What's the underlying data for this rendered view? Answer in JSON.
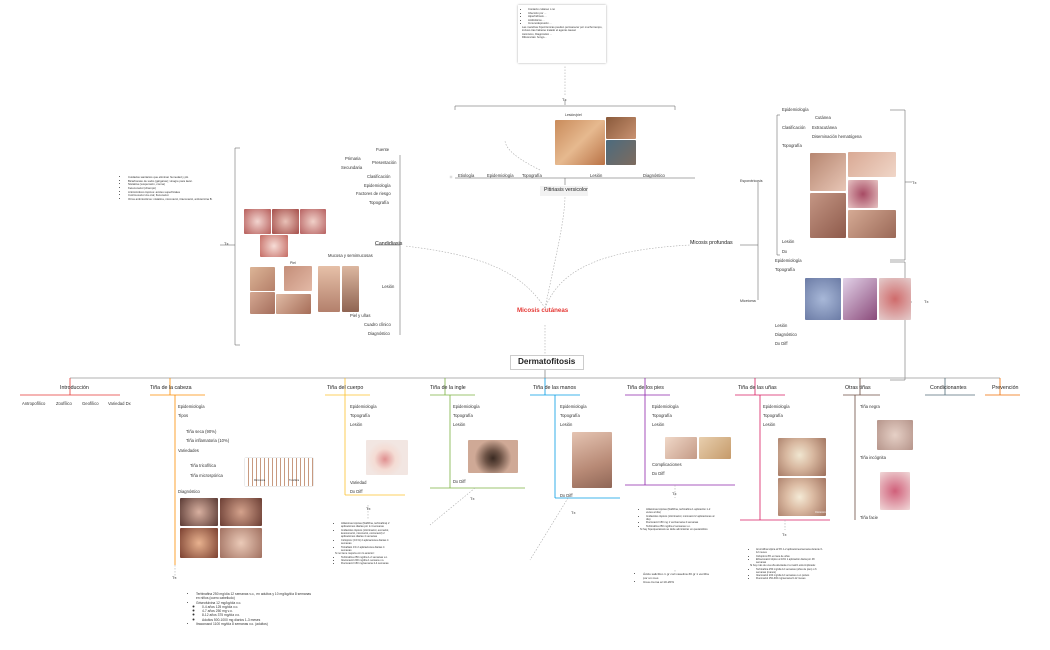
{
  "central": {
    "label": "Micosis cutáneas",
    "color": "#e53935"
  },
  "dermato": {
    "label": "Dermatofitosis"
  },
  "tx_label": "Tx",
  "top_note": {
    "lines": [
      "Contacto cutáneo o no ",
      "Infección por ...",
      "Hiperhidrosis ...",
      "Antibióticos ...",
      "Inmunodepresión ..."
    ],
    "extra": [
      "Las manchas hipocrómicas pueden permanecer por mucho tiempo, incluso tras haberse tratado el agente causal.",
      "Asimismo, Diagnóstico ...",
      "Diferencias: hongo..."
    ]
  },
  "pitiriasis": {
    "title": "Pitiriasis versicolor",
    "branches": [
      "Etiología",
      "Epidemiología",
      "Topografía",
      "Lesión",
      "Diagnóstico"
    ],
    "image_label": "Lesión/piel"
  },
  "candidiasis": {
    "title": "Candidiasis",
    "branches": [
      "Fuente",
      "Presentación",
      "Clasificación",
      "Epidemiología",
      "Factores de riesgo",
      "Topografía",
      "Mucosa y semimucosas",
      "Lesión",
      "Piel y uñas",
      "Cuadro clínico",
      "Diagnóstico"
    ],
    "sub": [
      "Primaria",
      "Secundaria"
    ],
    "piel_label": "Piel",
    "tx_note": [
      "Cuidados sanitarios que eliminan humedad y pH.",
      "Bicarbonato de sodio (gárgaras); vinagre para lavar.",
      "Nistatina (suspensión, crema)",
      "Ketoconazol (champú)",
      "Antimicóticos tópicos: azoles superficiales",
      "Cotrimoxazol vía oral; fluconazol.",
      "Otros antimicóticos: nistatina, miconazol, itraconazol, anfotericina B."
    ]
  },
  "profundas": {
    "title": "Micosis profundas",
    "esporo": {
      "label": "Esporotricosis",
      "branches": [
        "Epidemiología",
        "Clasificación",
        "Topografía",
        "Lesión",
        "Dx"
      ],
      "clasif": [
        "Cutánea",
        "Extracutánea",
        "Diseminación hematógena"
      ]
    },
    "micetoma": {
      "label": "Micetoma",
      "branches": [
        "Epidemiología",
        "Topografía",
        "Lesión",
        "Diagnóstico",
        "Dx Diff"
      ]
    }
  },
  "dermatofitosis": {
    "branches": [
      {
        "title": "Introducción",
        "color": "#e53935",
        "items": [
          "Antropofílico",
          "Zoofílico",
          "Geofílico",
          "Variedad Dx"
        ]
      },
      {
        "title": "Tiña de la cabeza",
        "color": "#fb8c00",
        "items": [
          "Epidemiología",
          "Tipos",
          "Tiña seca (90%)",
          "Tiña inflamatoria (10%)",
          "Variedades",
          "Tiña tricofítica",
          "Tiña microspórica",
          "Diagnóstico"
        ]
      },
      {
        "title": "Tiña del cuerpo",
        "color": "#fbc02d",
        "items": [
          "Epidemiología",
          "Topografía",
          "Lesión",
          "Variedad",
          "Dx Diff"
        ]
      },
      {
        "title": "Tiña de la ingle",
        "color": "#7cb342",
        "items": [
          "Epidemiología",
          "Topografía",
          "Lesión",
          "Dx Diff"
        ]
      },
      {
        "title": "Tiña de las manos",
        "color": "#039be5",
        "items": [
          "Epidemiología",
          "Topografía",
          "Lesión",
          "Dx Diff"
        ]
      },
      {
        "title": "Tiña de los pies",
        "color": "#8e24aa",
        "items": [
          "Epidemiología",
          "Topografía",
          "Lesión",
          "Complicaciones",
          "Dx Diff"
        ]
      },
      {
        "title": "Tiña de las uñas",
        "color": "#d81b60",
        "items": [
          "Epidemiología",
          "Topografía",
          "Lesión"
        ]
      },
      {
        "title": "Otras tiñas",
        "color": "#6d4c41",
        "items": [
          "Tiña negra",
          "Tiña incógnita",
          "Tiña facie"
        ]
      },
      {
        "title": "Condicionantes",
        "color": "#546e7a",
        "items": []
      },
      {
        "title": "Prevención",
        "color": "#ef6c00",
        "items": []
      }
    ],
    "nail_img_label": "Onicomicosis",
    "micro_labels": [
      "Microsoria",
      "Tricofitica"
    ]
  },
  "tx_notes": {
    "cabeza": [
      "Terbinafina 250 mg/día 12 semanas v.o., en adultos y 10 mg/kg/día 8 semanas en niños (cuero cabelludo)",
      "Griseofulvina 12 mg/kg/día v.o.",
      "0-4 años 125 mg/día v.o.",
      "4-7 años 250 mg v.o.",
      "8-12 años 375 mg/día v.o.",
      "Adultos 500-1000 mg diarios 1-3 meses",
      "Itraconazol 1100 mg/día 8 semanas v.o. (adultos)"
    ],
    "cuerpo": [
      "Alilaminas tópicas (Naftifina, terbinafina) 2 aplicaciones diarias por 2-4 semanas",
      "Imidazoles tópicos (clotrimazol, econazol, ketoconazol, miconazol, oxiconazol) 2 aplicaciones diarias 4 semanas",
      "Ciclopirox (0.1%) 2 aplicaciones diarias 4 semanas",
      "Tolnaftato 1% 2 aplicaciones diarias 4 semanas",
      "Si no tiene mejoría con lo anterior:",
      "Terbinafina 250 mg/día 1-2 semanas v.o.",
      "Itraconazol 200 mg/día 1 semana v.o.",
      "Fluconazol 150 mg/semana 2-4 semanas"
    ],
    "pies": [
      "Alilaminas tópicas (Naftifina, terbinafina 1 aplicación 1-2 veces al día)",
      "Imidazoles tópicos (clotrimazol, miconazol 2 aplicaciones al día)",
      "Fluconazol 150 mg 1 vez/semana 4 semanas",
      "Terbinafina 250 mg/día 2 semanas v.o.",
      "Si hay hiperqueratosis se debe administrar un queratolítico"
    ],
    "manos": [
      "Ácido salicílico 1 gr con vaselina 30 gr 1 vez/día por un mes",
      "Urea crema al 10-20%"
    ],
    "unas": [
      "Amorolfina tópica al 5% 1-2 aplicaciones/semana durante 6-12 meses",
      "Ciclopirox 8% en laca de uñas",
      "Efinaconazol tópico al 10% 1 aplicación diaria por 48 semanas",
      "Si hay más de una uña afectada o la matriz está implicada:",
      "Terbinafina 250 mg/día 12 semanas (uñas de pies) o 6 semanas (manos)",
      "Itraconazol 200 mg/día 12 semanas o en pulsos",
      "Fluconazol 150-300 mg/semana 6-12 meses"
    ]
  }
}
